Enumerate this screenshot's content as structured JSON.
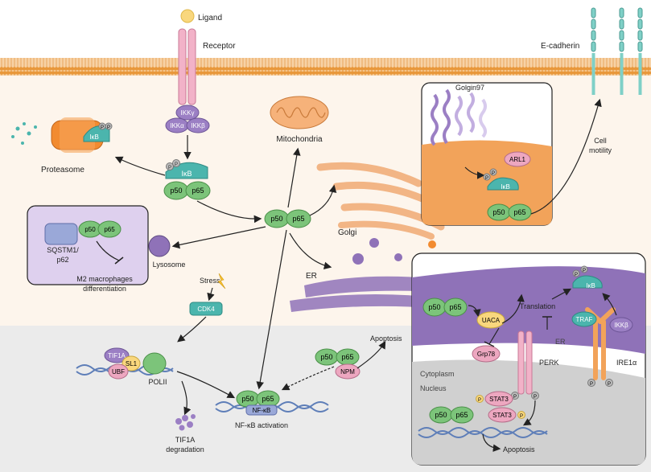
{
  "labels": {
    "ligand": "Ligand",
    "receptor": "Receptor",
    "ecadherin": "E-cadherin",
    "proteasome": "Proteasome",
    "mitochondria": "Mitochondria",
    "golgin97": "Golgin97",
    "arl1": "ARL1",
    "cell_motility_1": "Cell",
    "cell_motility_2": "motility",
    "golgi": "Golgi",
    "lysosome": "Lysosome",
    "sqstm1_1": "SQSTM1/",
    "sqstm1_2": "p62",
    "m2_1": "M2 macrophages",
    "m2_2": "differentiation",
    "stress": "Stress",
    "cdk4": "CDK4",
    "er": "ER",
    "er_inset": "ER",
    "apoptosis_mid": "Apoptosis",
    "npm": "NPM",
    "tif1a": "TIF1A",
    "sl1": "SL1",
    "ubf": "UBF",
    "polii": "POLII",
    "nfkb": "NF-κB",
    "nfkb_activation": "NF-κB activation",
    "tif1a_deg_1": "TIF1A",
    "tif1a_deg_2": "degradation",
    "uaca": "UACA",
    "grp78": "Grp78",
    "translation": "Translation",
    "perk": "PERK",
    "traf": "TRAF",
    "ikkb": "IKKβ",
    "ire1a": "IRE1α",
    "cytoplasm": "Cytoplasm",
    "nucleus": "Nucleus",
    "stat3": "STAT3",
    "apoptosis_inset": "Apoptosis"
  },
  "proteins": {
    "ikkg": "IKKγ",
    "ikka": "IKKα",
    "ikkb": "IKKβ",
    "ikb": "IκB",
    "p50": "p50",
    "p65": "p65",
    "p": "P"
  },
  "colors": {
    "membrane": "#f5c48a",
    "membrane_head": "#e8973a",
    "cytoplasm_bg": "#fdf5ec",
    "nucleus_bg": "#dedede",
    "p50p65": "#7cc47a",
    "ikb": "#4bb5ad",
    "ikk": "#9b7fc4",
    "er": "#8f72b8",
    "golgi": "#f2b585",
    "pink": "#eda7c0",
    "yellow": "#f9d77d",
    "orange": "#f28b30"
  }
}
